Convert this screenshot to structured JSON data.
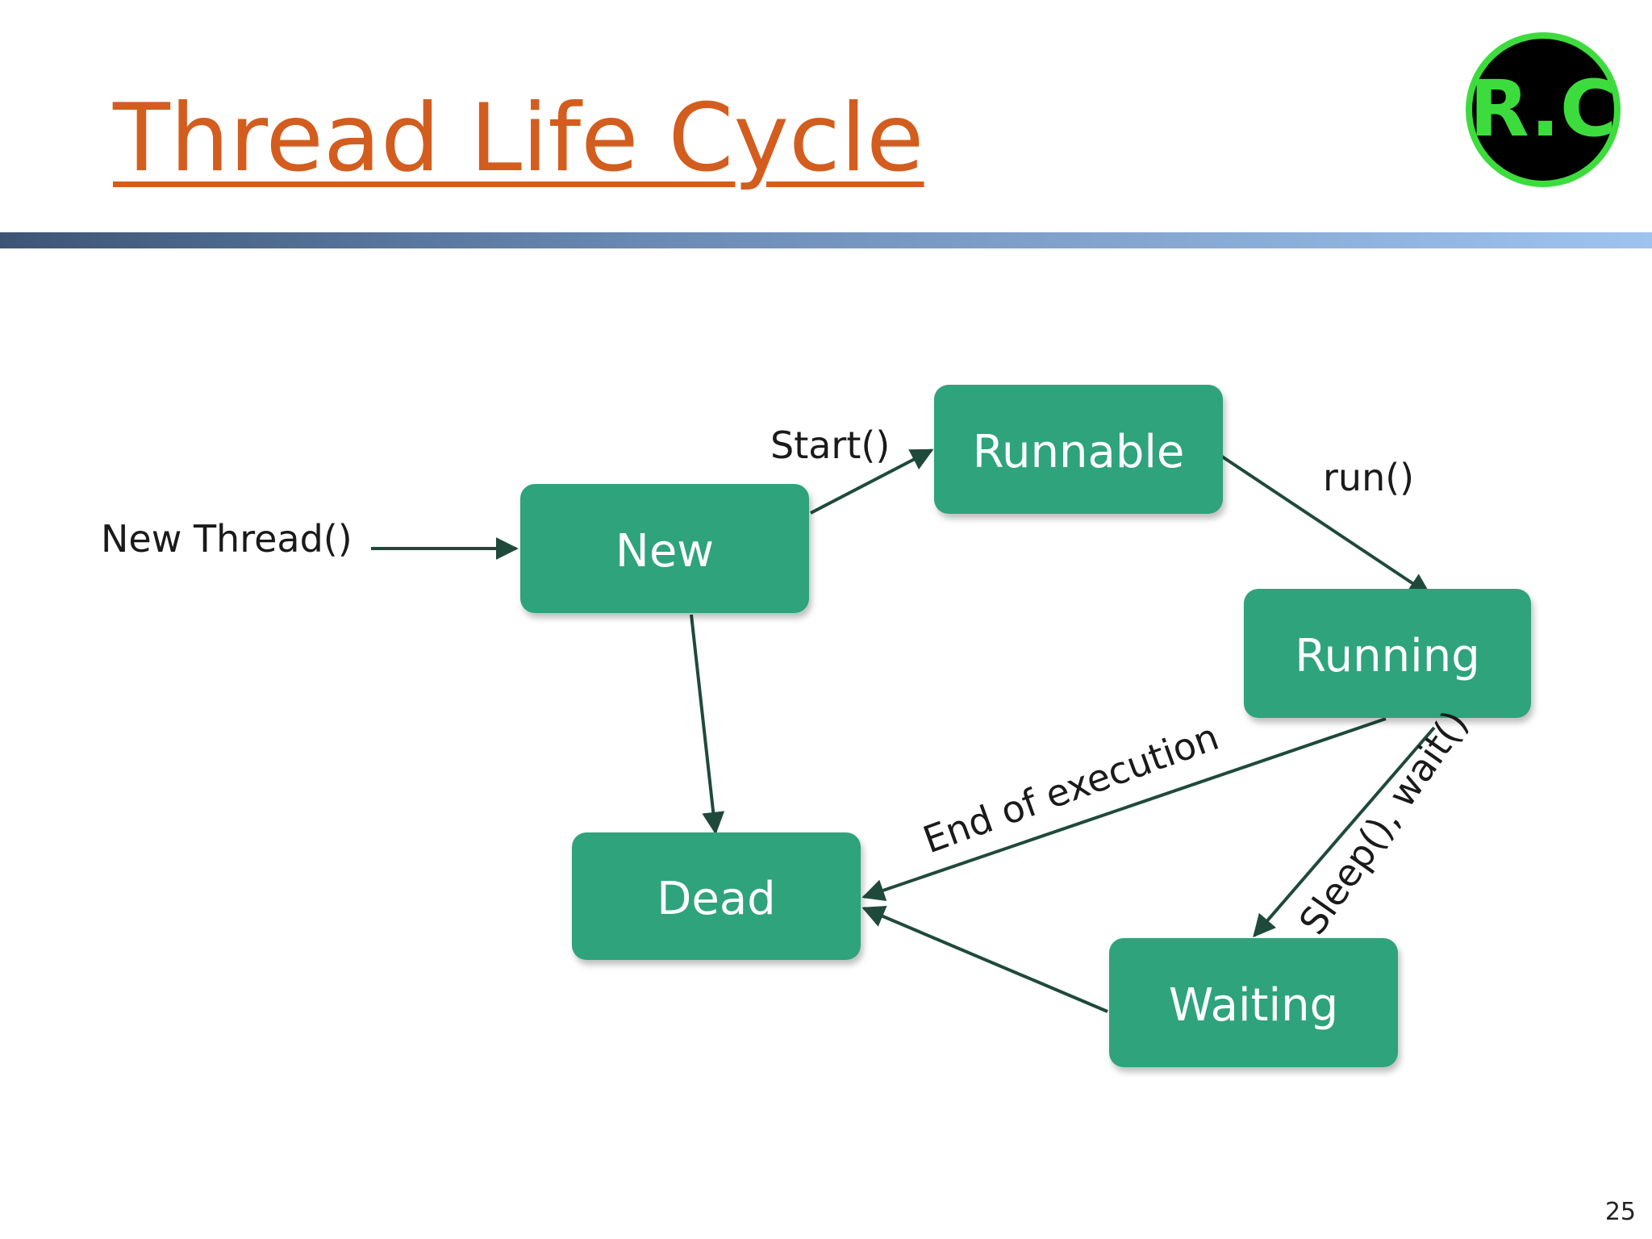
{
  "slide": {
    "title": "Thread Life Cycle",
    "page_number": "25",
    "title_color": "#d35d1e"
  },
  "logo": {
    "text": "R.C",
    "ring_color": "#3ddc3d",
    "glyph_color": "#3ddc3d",
    "background_color": "#000000"
  },
  "diagram": {
    "node_color": "#2ea37c",
    "arrow_color": "#1f4a3b",
    "states": {
      "new": "New",
      "runnable": "Runnable",
      "running": "Running",
      "dead": "Dead",
      "waiting": "Waiting"
    },
    "transitions": {
      "new_thread": "New Thread()",
      "start": "Start()",
      "run": "run()",
      "end_of_execution": "End of execution",
      "sleep_wait": "Sleep(), wait()"
    }
  }
}
